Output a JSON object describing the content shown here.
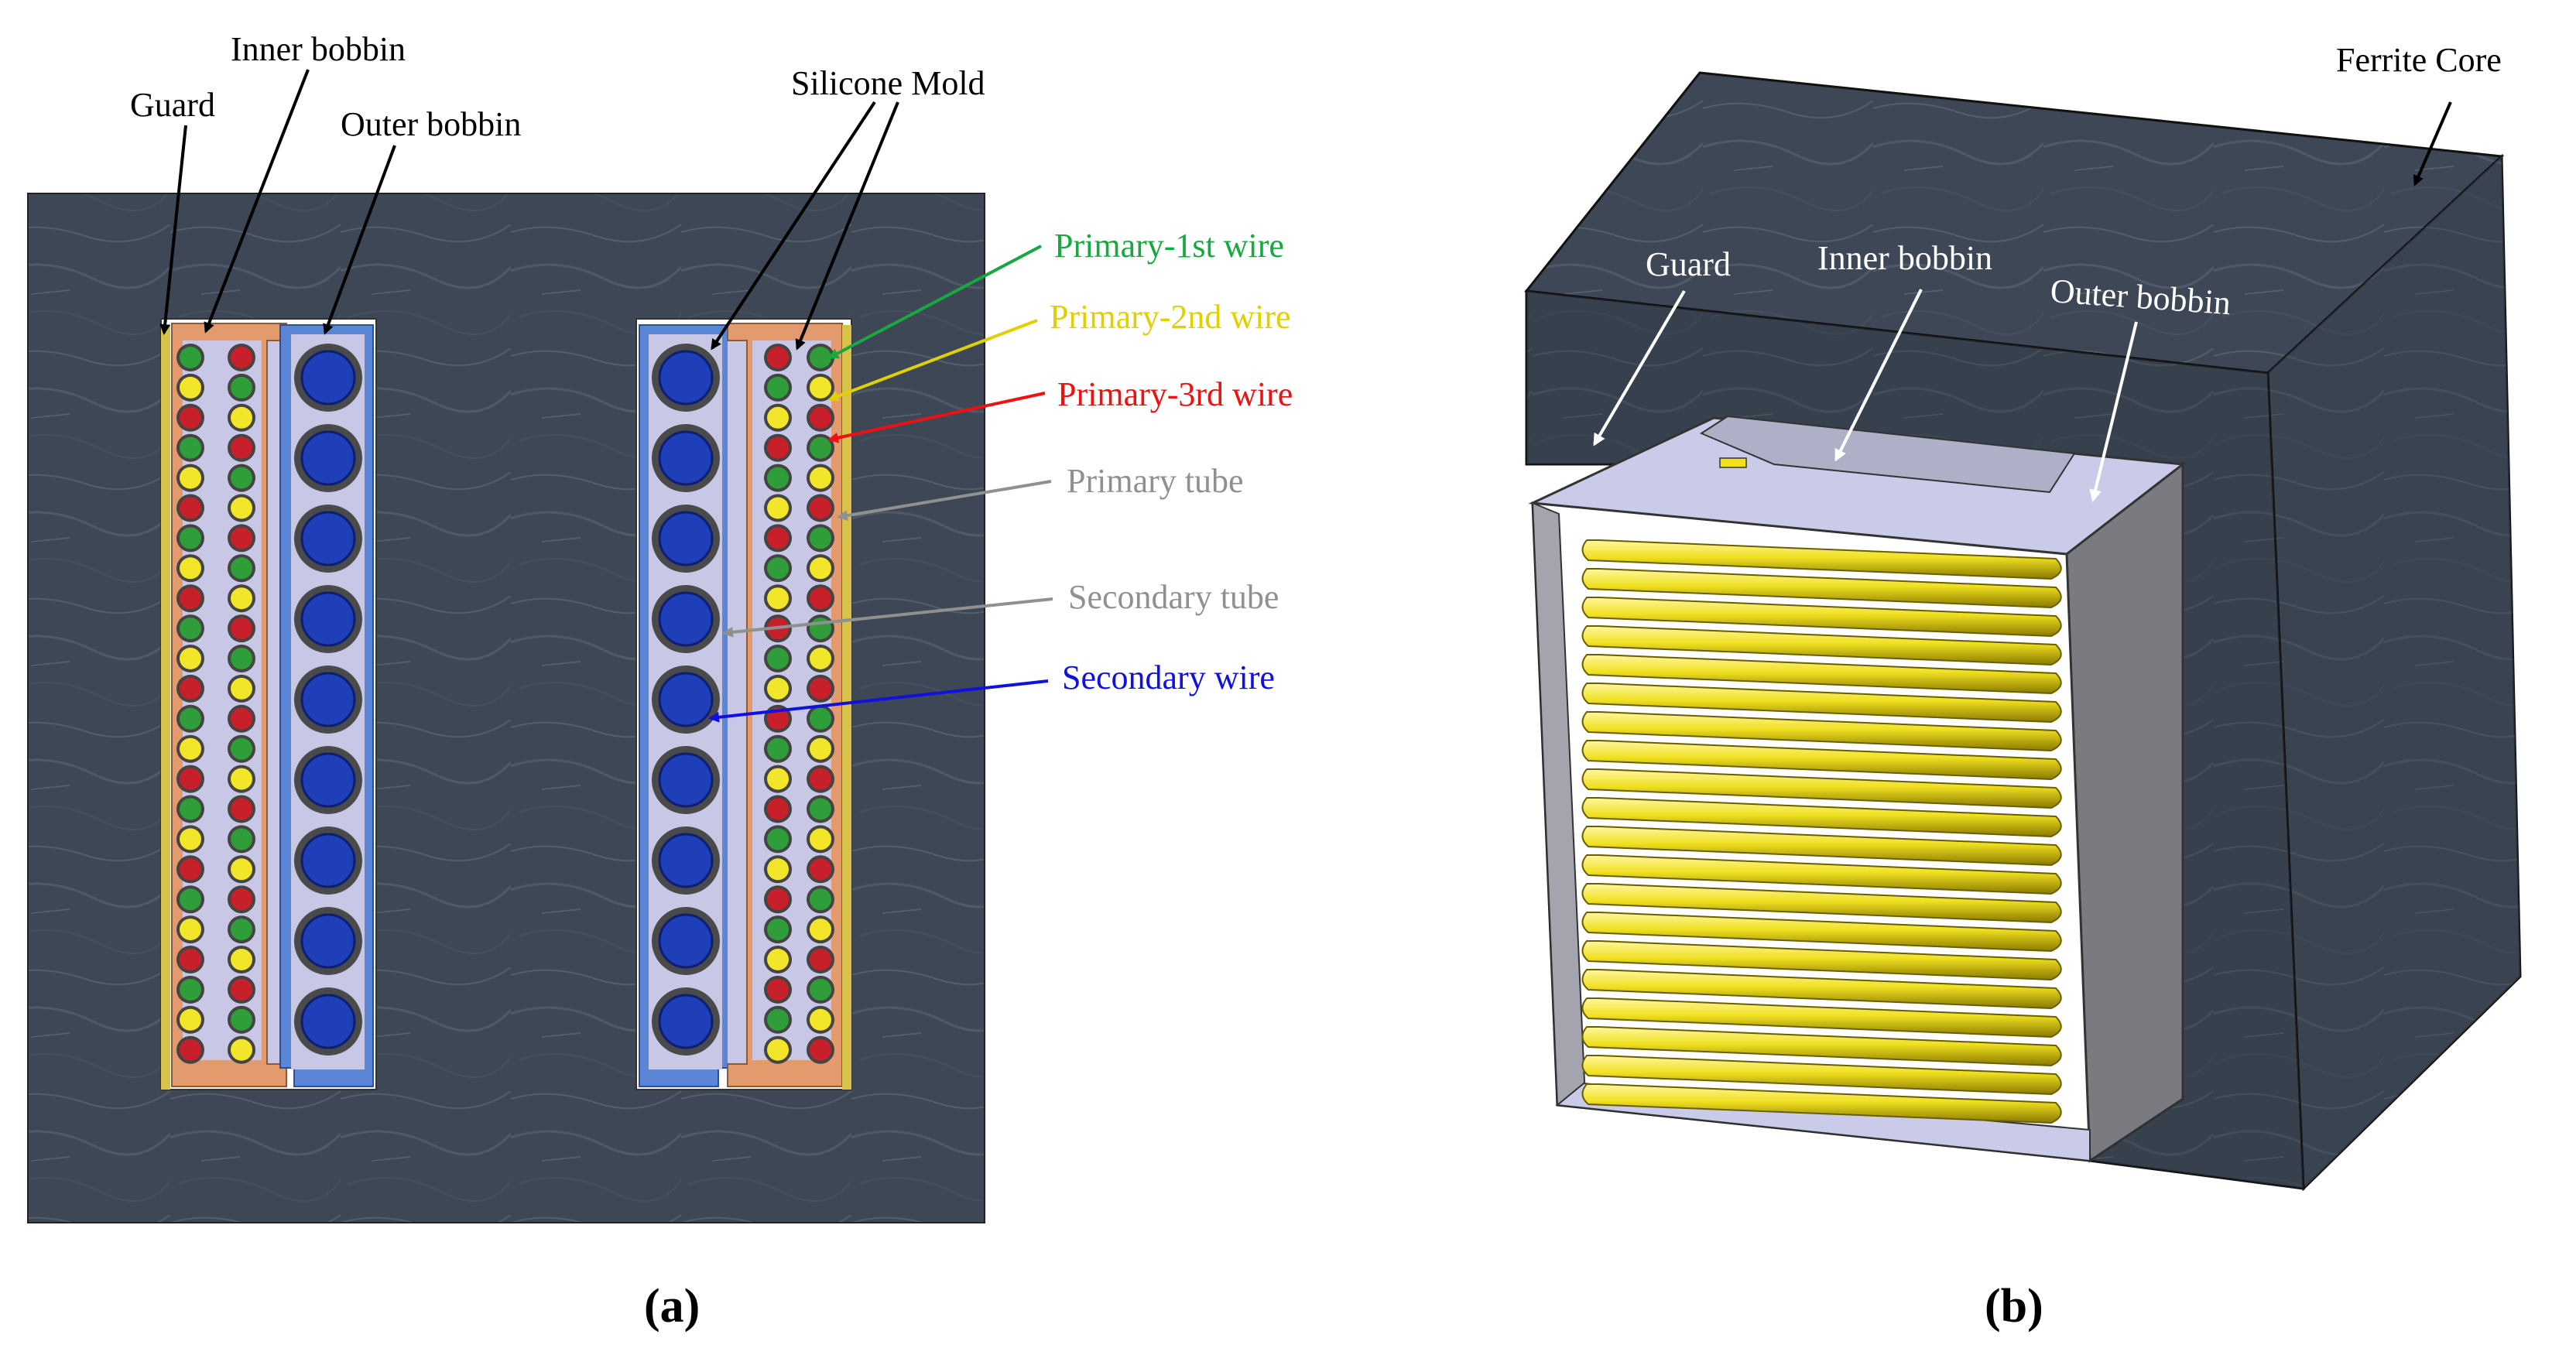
{
  "panel_a": {
    "caption": "(a)",
    "labels": {
      "guard": "Guard",
      "inner_bobbin": "Inner bobbin",
      "outer_bobbin": "Outer bobbin",
      "silicone_mold": "Silicone Mold",
      "primary_1st_wire": "Primary-1st wire",
      "primary_2nd_wire": "Primary-2nd wire",
      "primary_3rd_wire": "Primary-3rd wire",
      "primary_tube": "Primary tube",
      "secondary_tube": "Secondary tube",
      "secondary_wire": "Secondary wire"
    }
  },
  "panel_b": {
    "caption": "(b)",
    "labels": {
      "ferrite_core": "Ferrite Core",
      "guard": "Guard",
      "inner_bobbin": "Inner bobbin",
      "outer_bobbin": "Outer bobbin"
    }
  },
  "colors": {
    "core": "#3c4654",
    "core_dark": "#2f3742",
    "bobbin_blue": "#5b86d6",
    "inner_bobbin_orange": "#e39a6c",
    "guard_yellow": "#d9c24a",
    "mold": "#c8c8e6",
    "secondary_wire": "#1f3fb8",
    "tube_gray": "#4a4a4a",
    "primary_1st": "#2f9e3a",
    "primary_2nd": "#f2e52a",
    "primary_3rd": "#c8202a",
    "label_green": "#18a840",
    "label_yellow": "#e0d000",
    "label_red": "#ee1111",
    "label_gray": "#909090",
    "label_blue": "#1010e0",
    "coil_yellow": "#f0e020"
  }
}
